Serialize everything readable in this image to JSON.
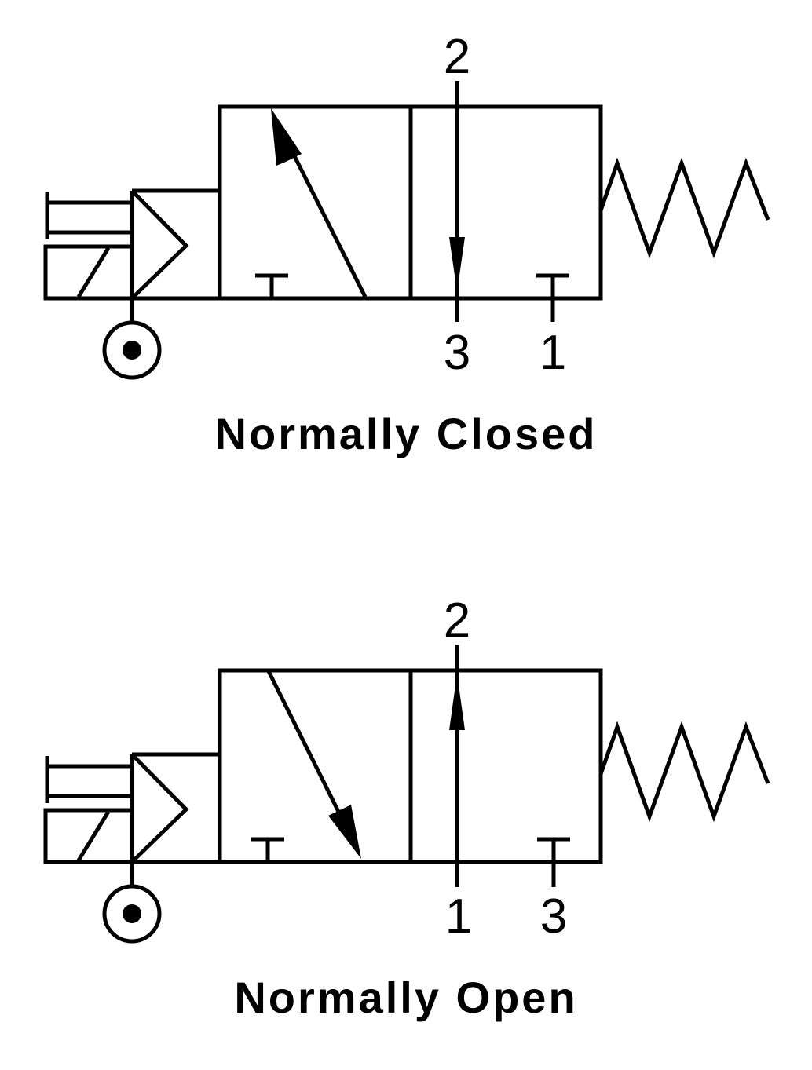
{
  "diagrams": [
    {
      "ports": {
        "top": "2",
        "bottom_center": "3",
        "bottom_right": "1"
      },
      "caption": "Normally Closed"
    },
    {
      "ports": {
        "top": "2",
        "bottom_center": "1",
        "bottom_right": "3"
      },
      "caption": "Normally Open"
    }
  ],
  "colors": {
    "ink": "#000000",
    "background": "#ffffff"
  }
}
